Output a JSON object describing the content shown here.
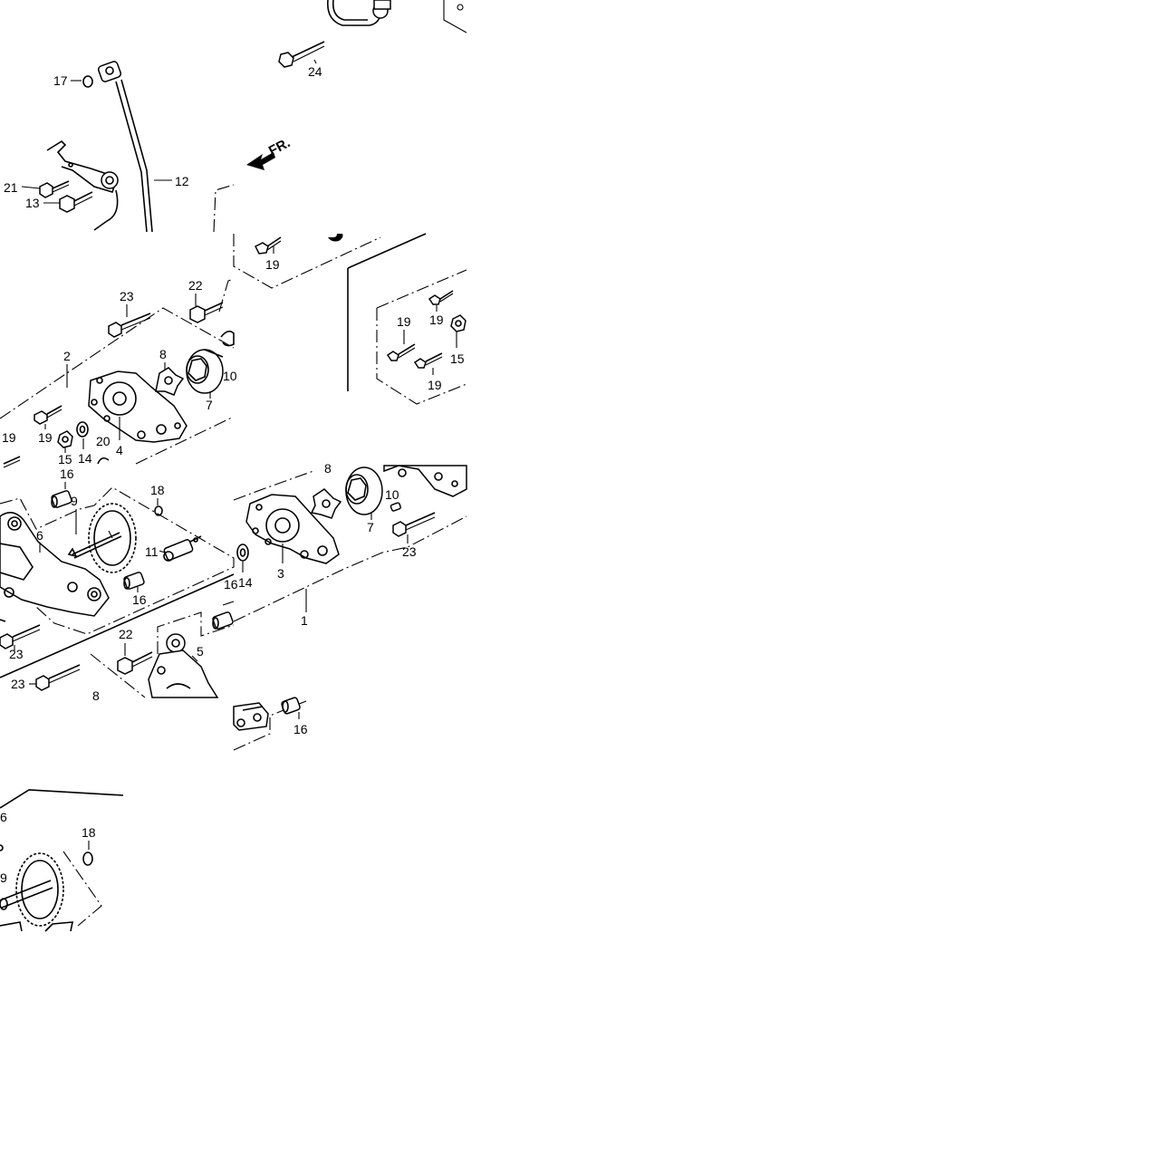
{
  "diagram": {
    "direction_label": "FR.",
    "callouts": {
      "p24": "24",
      "p17": "17",
      "p12": "12",
      "p21": "21",
      "p13": "13",
      "p19a": "19",
      "p19b": "19",
      "p19c": "19",
      "p15a": "15",
      "p19d": "19",
      "p23a": "23",
      "p22a": "22",
      "p2": "2",
      "p8a": "8",
      "p7a": "7",
      "p10a": "10",
      "p19e": "19",
      "p19f": "19",
      "p4": "4",
      "p20": "20",
      "p14a": "14",
      "p15b": "15",
      "p16a": "16",
      "p18a": "18",
      "p9a": "9",
      "p6a": "6",
      "p11": "11",
      "p16b": "16",
      "p8b": "8",
      "p10b": "10",
      "p7b": "7",
      "p23b": "23",
      "p3": "3",
      "p14b": "14",
      "p1": "1",
      "p16c": "16",
      "p22b": "22",
      "p5": "5",
      "p23c": "23",
      "p23d": "23",
      "p8c": "8",
      "p16d": "16",
      "p6b": "6",
      "p18b": "18",
      "p9b": "9"
    }
  }
}
